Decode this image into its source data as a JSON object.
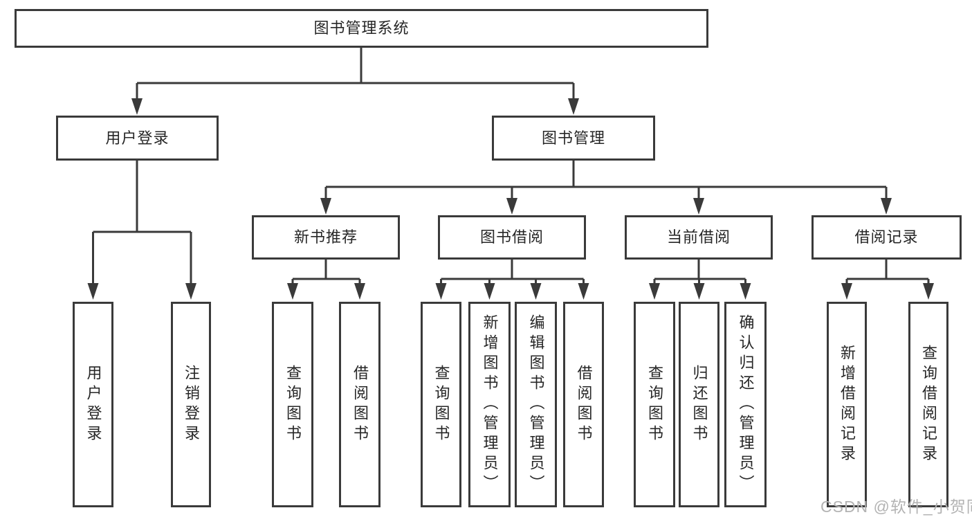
{
  "diagram": {
    "type": "tree",
    "root": {
      "label": "图书管理系统",
      "children": [
        {
          "label": "用户登录",
          "children": [
            {
              "label": "用户登录"
            },
            {
              "label": "注销登录"
            }
          ]
        },
        {
          "label": "图书管理",
          "children": [
            {
              "label": "新书推荐",
              "children": [
                {
                  "label": "查询图书"
                },
                {
                  "label": "借阅图书"
                }
              ]
            },
            {
              "label": "图书借阅",
              "children": [
                {
                  "label": "查询图书"
                },
                {
                  "label": "新增图书（管理员）"
                },
                {
                  "label": "编辑图书（管理员）"
                },
                {
                  "label": "借阅图书"
                }
              ]
            },
            {
              "label": "当前借阅",
              "children": [
                {
                  "label": "查询图书"
                },
                {
                  "label": "归还图书"
                },
                {
                  "label": "确认归还（管理员）"
                }
              ]
            },
            {
              "label": "借阅记录",
              "children": [
                {
                  "label": "新增借阅记录"
                },
                {
                  "label": "查询借阅记录"
                }
              ]
            }
          ]
        }
      ]
    },
    "colors": {
      "line": "#3a3a3a",
      "box_border": "#3a3a3a",
      "box_background": "#ffffff",
      "text": "#262626",
      "watermark": "#b3b3b3"
    }
  },
  "watermark": {
    "text": "CSDN @软件_小贺同学"
  }
}
